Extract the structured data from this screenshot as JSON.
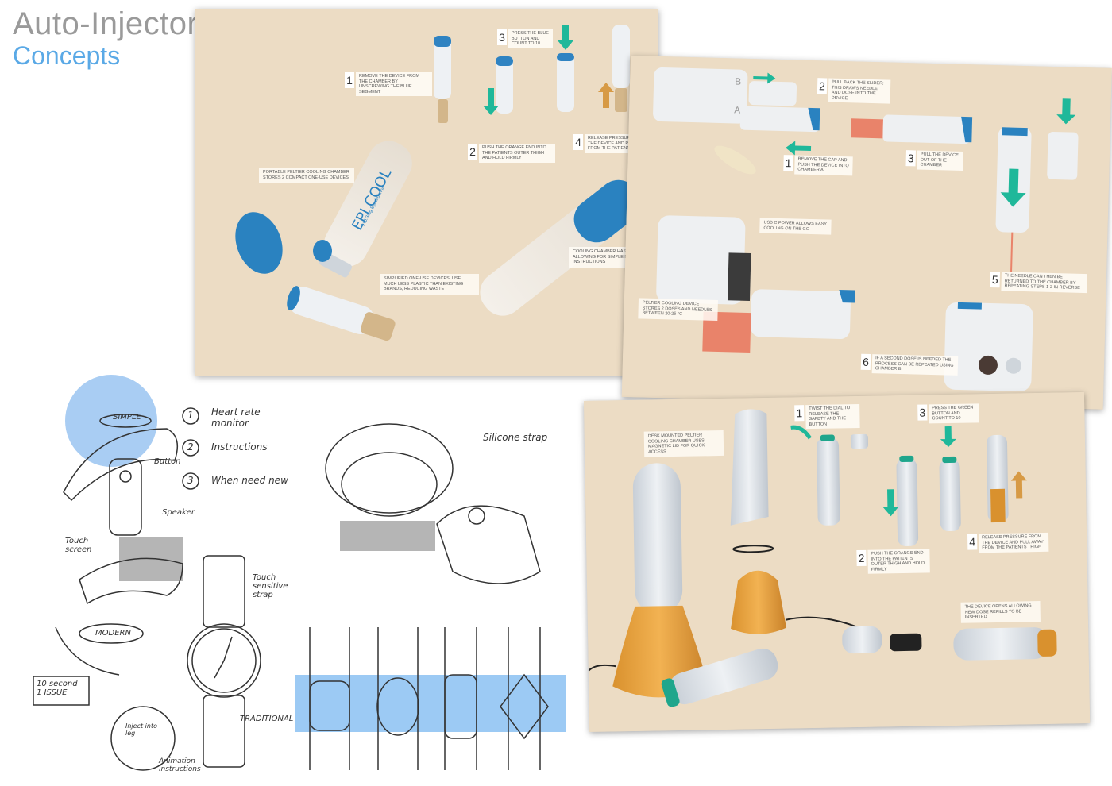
{
  "header": {
    "title": "Auto-Injectors",
    "subtitle": "Concepts"
  },
  "board1": {
    "steps": [
      {
        "num": "1",
        "text": "REMOVE THE DEVICE FROM THE CHAMBER BY UNSCREWING THE BLUE SEGMENT"
      },
      {
        "num": "2",
        "text": "PUSH THE ORANGE END INTO THE PATIENTS OUTER THIGH AND HOLD FIRMLY"
      },
      {
        "num": "3",
        "text": "PRESS THE BLUE BUTTON AND COUNT TO 10"
      },
      {
        "num": "4",
        "text": "RELEASE PRESSURE FROM THE DEVICE AND PULL AWAY FROM THE PATIENTS THIGH"
      }
    ],
    "notes": [
      "PORTABLE PELTIER COOLING CHAMBER STORES 2 COMPACT ONE-USE DEVICES",
      "SIMPLIFIED ONE-USE DEVICES. USE MUCH LESS PLASTIC THAN EXISTING BRANDS, REDUCING WASTE",
      "COOLING CHAMBER HAS LARGE AREA ALLOWING FOR SIMPLE DETAILED INSTRUCTIONS"
    ],
    "product_label": "EPI COOL",
    "product_sub": "1x0.3mg Epinephrine"
  },
  "board2": {
    "steps": [
      {
        "num": "1",
        "text": "REMOVE THE CAP AND PUSH THE DEVICE INTO CHAMBER A"
      },
      {
        "num": "2",
        "text": "PULL BACK THE SLIDER; THIS DRAWS NEEDLE AND DOSE INTO THE DEVICE"
      },
      {
        "num": "3",
        "text": "PULL THE DEVICE OUT OF THE CHAMBER"
      },
      {
        "num": "5",
        "text": "THE NEEDLE CAN THEN BE RETURNED TO THE CHAMBER BY REPEATING STEPS 1-3 IN REVERSE"
      },
      {
        "num": "6",
        "text": "IF A SECOND DOSE IS NEEDED THE PROCESS CAN BE REPEATED USING CHAMBER B"
      }
    ],
    "notes": [
      "USB C POWER ALLOWS EASY COOLING ON THE GO",
      "PELTIER COOLING DEVICE STORES 2 DOSES AND NEEDLES BETWEEN 20-25 °C"
    ],
    "letters": [
      "A",
      "B"
    ]
  },
  "board3": {
    "steps": [
      {
        "num": "1",
        "text": "TWIST THE DIAL TO RELEASE THE SAFETY AND THE BUTTON"
      },
      {
        "num": "2",
        "text": "PUSH THE ORANGE END INTO THE PATIENTS OUTER THIGH AND HOLD FIRMLY"
      },
      {
        "num": "3",
        "text": "PRESS THE GREEN BUTTON AND COUNT TO 10"
      },
      {
        "num": "4",
        "text": "RELEASE PRESSURE FROM THE DEVICE AND PULL AWAY FROM THE PATIENTS THIGH"
      }
    ],
    "notes": [
      "DESK MOUNTED PELTIER COOLING CHAMBER USES MAGNETIC LID FOR QUICK ACCESS",
      "THE DEVICE OPENS ALLOWING NEW DOSE REFILLS TO BE INSERTED"
    ]
  },
  "sketches": {
    "list": [
      {
        "num": "1",
        "text": "Heart rate monitor"
      },
      {
        "num": "2",
        "text": "Instructions"
      },
      {
        "num": "3",
        "text": "When need new"
      }
    ],
    "labels": {
      "simple": "SIMPLE",
      "button": "Button",
      "speaker": "Speaker",
      "touch_screen": "Touch screen",
      "modern": "MODERN",
      "touch_sensitive": "Touch sensitive strap",
      "traditional": "TRADITIONAL",
      "silicone": "Silicone strap",
      "countdown": "10 second 1 ISSUE",
      "animation": "Animation instructions",
      "inject": "Inject into leg"
    }
  }
}
